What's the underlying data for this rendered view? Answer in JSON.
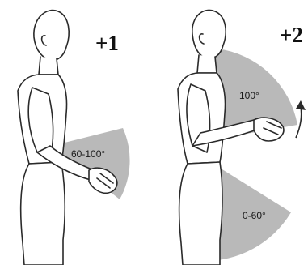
{
  "panels": [
    {
      "score": "+1",
      "angle_labels": [
        "60-100°"
      ]
    },
    {
      "score": "+2",
      "angle_labels": [
        "100°",
        "0-60°"
      ]
    }
  ],
  "colors": {
    "sector": "#b9b9b9",
    "outline": "#2a2a2a",
    "skin": "#ffffff",
    "text": "#111111"
  }
}
